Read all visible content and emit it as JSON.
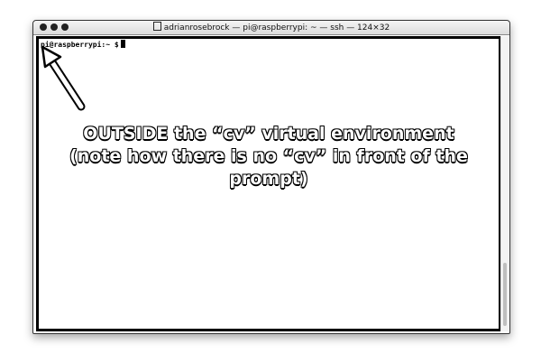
{
  "window": {
    "title": "adrianrosebrock — pi@raspberrypi: ~ — ssh — 124×32"
  },
  "terminal": {
    "prompt": "pi@raspberrypi:~ $"
  },
  "annotation": {
    "text": "OUTSIDE the “cv” virtual environment (note how there is no “cv” in front of the prompt)"
  },
  "colors": {
    "text_fill": "#ffffff",
    "text_outline": "#000000",
    "terminal_border": "#000000"
  },
  "icons": {
    "close": "close-dot-icon",
    "minimize": "minimize-dot-icon",
    "maximize": "maximize-dot-icon",
    "title": "folder-icon",
    "arrow": "arrow-pointer-icon"
  }
}
